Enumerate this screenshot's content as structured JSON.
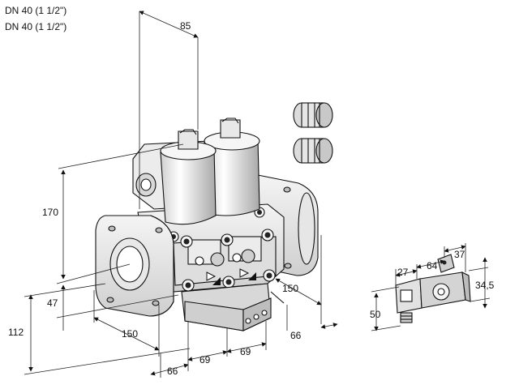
{
  "titles": {
    "line1": "DN 40 (1 1/2\")",
    "line2": "DN 40 (1 1/2\")"
  },
  "dimensions": {
    "d85": "85",
    "d170": "170",
    "d47": "47",
    "d112": "112",
    "d150_left": "150",
    "d66_bottom": "66",
    "d69_a": "69",
    "d69_b": "69",
    "d150_right": "150",
    "d66_right": "66",
    "d27": "27",
    "d64": "64",
    "d37": "37",
    "d34_5": "34,5",
    "d50": "50"
  },
  "colors": {
    "line": "#222222",
    "metal_light": "#f2f2f2",
    "metal_mid": "#d6d6d6",
    "metal_dark": "#9a9a9a",
    "background": "#ffffff"
  }
}
